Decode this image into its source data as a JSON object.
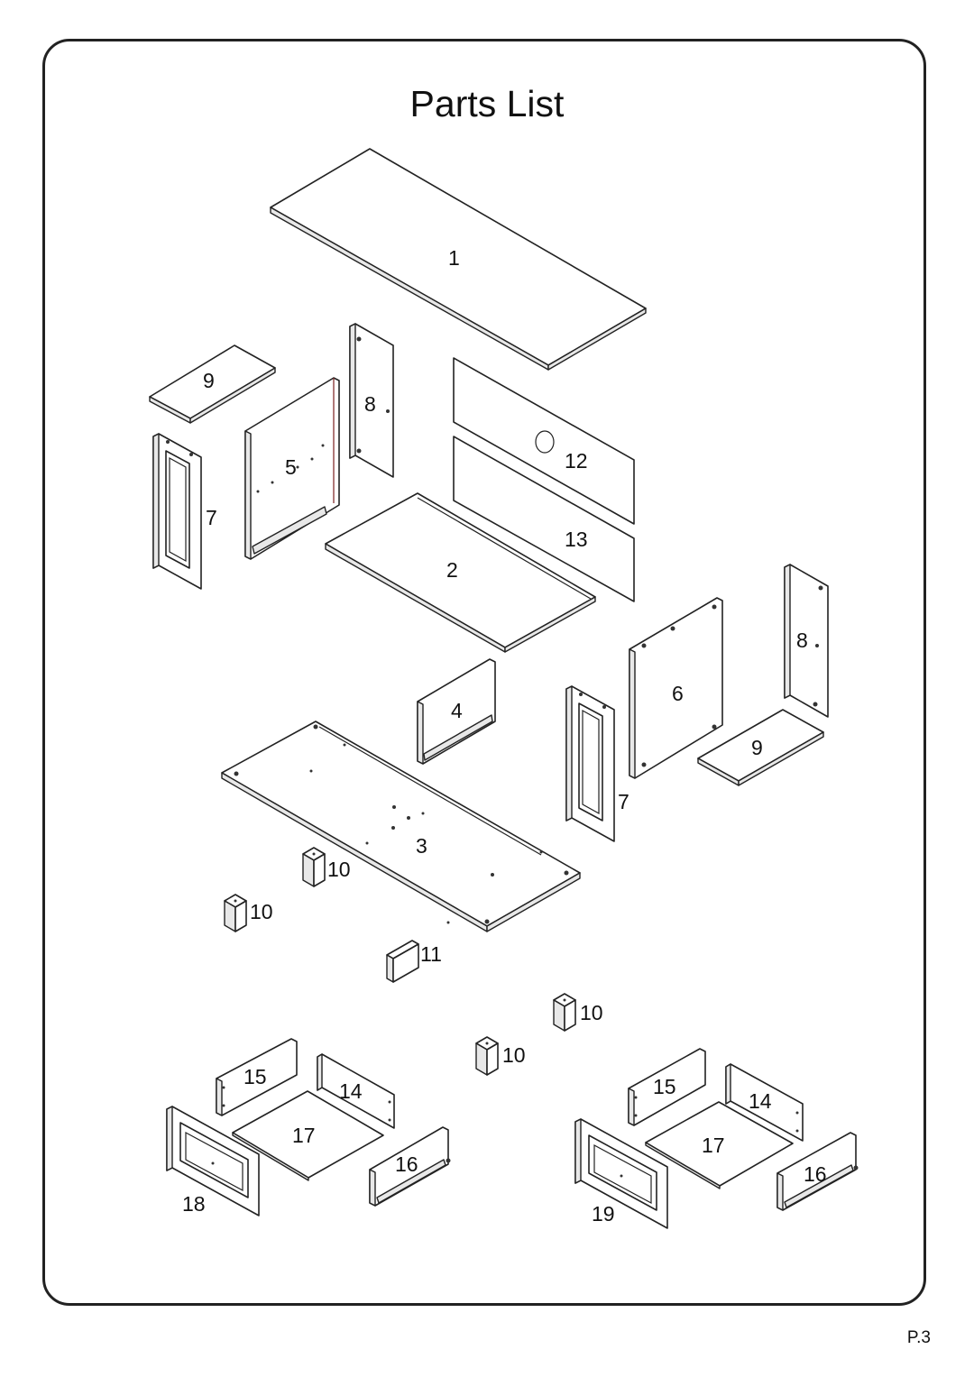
{
  "title": "Parts List",
  "page_number": "P.3",
  "parts": [
    {
      "id": "part-1",
      "label": "1"
    },
    {
      "id": "part-2",
      "label": "2"
    },
    {
      "id": "part-3",
      "label": "3"
    },
    {
      "id": "part-4",
      "label": "4"
    },
    {
      "id": "part-5",
      "label": "5"
    },
    {
      "id": "part-6",
      "label": "6"
    },
    {
      "id": "part-7a",
      "label": "7"
    },
    {
      "id": "part-7b",
      "label": "7"
    },
    {
      "id": "part-8a",
      "label": "8"
    },
    {
      "id": "part-8b",
      "label": "8"
    },
    {
      "id": "part-9a",
      "label": "9"
    },
    {
      "id": "part-9b",
      "label": "9"
    },
    {
      "id": "part-10a",
      "label": "10"
    },
    {
      "id": "part-10b",
      "label": "10"
    },
    {
      "id": "part-10c",
      "label": "10"
    },
    {
      "id": "part-10d",
      "label": "10"
    },
    {
      "id": "part-11",
      "label": "11"
    },
    {
      "id": "part-12",
      "label": "12"
    },
    {
      "id": "part-13",
      "label": "13"
    },
    {
      "id": "part-14a",
      "label": "14"
    },
    {
      "id": "part-14b",
      "label": "14"
    },
    {
      "id": "part-15a",
      "label": "15"
    },
    {
      "id": "part-15b",
      "label": "15"
    },
    {
      "id": "part-16a",
      "label": "16"
    },
    {
      "id": "part-16b",
      "label": "16"
    },
    {
      "id": "part-17a",
      "label": "17"
    },
    {
      "id": "part-17b",
      "label": "17"
    },
    {
      "id": "part-18",
      "label": "18"
    },
    {
      "id": "part-19",
      "label": "19"
    }
  ]
}
